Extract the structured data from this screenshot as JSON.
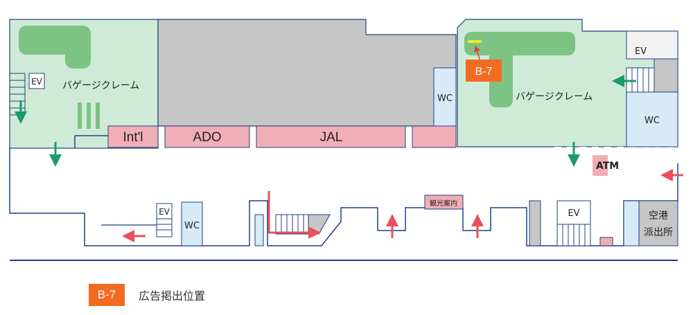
{
  "colors": {
    "claim_area": "#CFEBD7",
    "belt": "#7DC383",
    "restricted": "#C6C6C6",
    "wc_fill": "#D7EAF6",
    "counter": "#F1AEB7",
    "wall": "#1F3F84",
    "arrow_green": "#1A9A6E",
    "arrow_red": "#E8505B",
    "marker_orange": "#F26B21",
    "marker_yellow": "#F0E62A"
  },
  "map": {
    "baggage_claim_left": "バゲージクレーム",
    "baggage_claim_right": "バゲージクレーム",
    "counters": [
      "Int'l",
      "ADO",
      "JAL"
    ],
    "wc_labels": [
      "WC",
      "WC",
      "WC"
    ],
    "ev_labels": [
      "EV",
      "EV",
      "EV",
      "EV"
    ],
    "atm": "ATM",
    "tourist_info": "観光案内",
    "police_box_line1": "空港",
    "police_box_line2": "派出所",
    "ad_marker": "B-7"
  },
  "legend": {
    "badge": "B-7",
    "text": "広告掲出位置"
  }
}
